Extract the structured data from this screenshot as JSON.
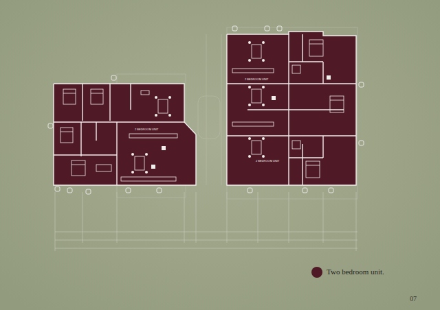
{
  "diagram": {
    "labels": [
      "2 BEDROOM UNIT",
      "2 BEDROOM UNIT",
      "2 BEDROOM UNIT",
      "07"
    ],
    "legend": [
      {
        "text": "Two bedroom unit.",
        "color": "#4f1a25"
      }
    ]
  }
}
